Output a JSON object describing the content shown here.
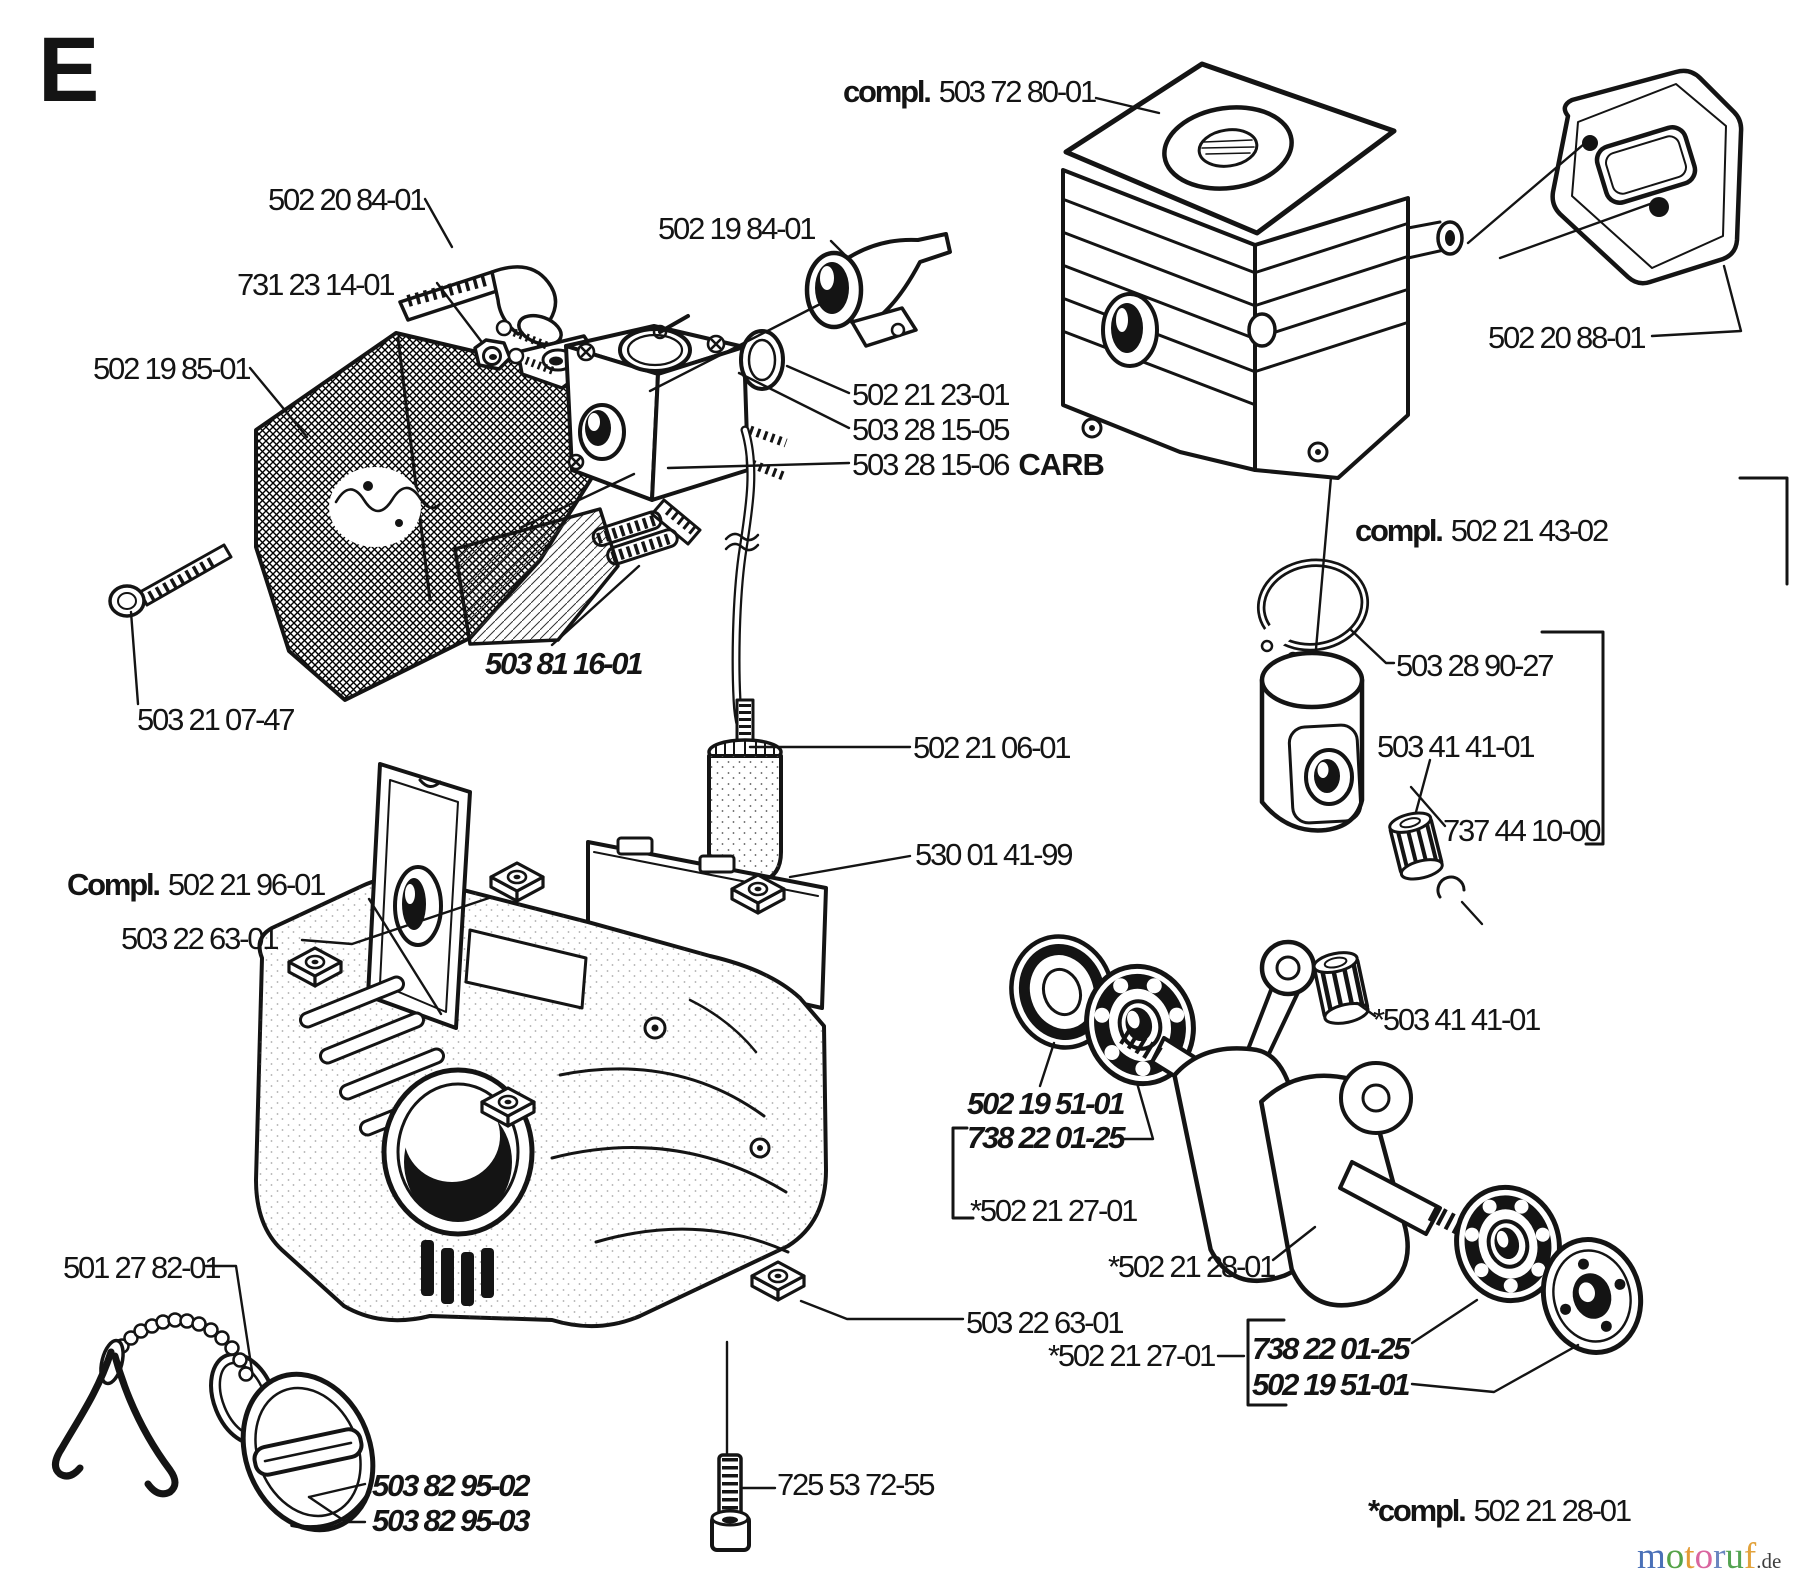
{
  "page": {
    "section_letter": "E",
    "background": "#ffffff",
    "line_color": "#141414"
  },
  "logo": {
    "word": "motoruf",
    "letters": [
      {
        "ch": "m",
        "color": "#4a71b8"
      },
      {
        "ch": "o",
        "color": "#55a348"
      },
      {
        "ch": "t",
        "color": "#e39b35"
      },
      {
        "ch": "o",
        "color": "#d9659f"
      },
      {
        "ch": "r",
        "color": "#6a86c0"
      },
      {
        "ch": "u",
        "color": "#53a352"
      },
      {
        "ch": "f",
        "color": "#e2a23b"
      }
    ],
    "tld": ".de"
  },
  "labels": {
    "vent_5022084": {
      "text": "502 20 84-01"
    },
    "nut_7312314": {
      "text": "731 23 14-01"
    },
    "airfilter_5021985": {
      "text": "502 19 85-01"
    },
    "manifold_5021984": {
      "text": "502 19 84-01"
    },
    "cylinder_compl": {
      "prefix": "compl.",
      "text": "503 72 80-01"
    },
    "gasket_5022088": {
      "text": "502 20 88-01"
    },
    "piston_compl": {
      "prefix": "compl.",
      "text": "502 21 43-02"
    },
    "ring_5032890": {
      "text": "503 28 90-27"
    },
    "piston_5034141": {
      "text": "503 41 41-01"
    },
    "bearing_7374410": {
      "text": "737 44 10-00"
    },
    "gasket_5022123": {
      "text": "502 21 23-01"
    },
    "carb_5032815_05": {
      "text": "503 28 15-05"
    },
    "carb_5032815_06": {
      "text": "503 28 15-06",
      "suffix": "CARB"
    },
    "duct_5038116": {
      "text": "503 81 16-01"
    },
    "screw_5032107": {
      "text": "503 21 07-47"
    },
    "fuelline_5022106": {
      "text": "502 21 06-01"
    },
    "fuelfilter_5300141": {
      "text": "530 01 41-99"
    },
    "crankcase_compl": {
      "prefix": "Compl.",
      "text": "502 21 96-01"
    },
    "nut_5032263_top": {
      "text": "503 22 63-01"
    },
    "seal_5021951_l": {
      "text": "502 19 51-01"
    },
    "bearing_7382201_l": {
      "text": "738 22 01-25"
    },
    "kit_5022127_l": {
      "text": "*502 21 27-01"
    },
    "bearing_5034141_rod": {
      "text": "*503 41 41-01"
    },
    "crank_5022128": {
      "text": "*502 21 28-01"
    },
    "nut_5032263_bottom": {
      "text": "503 22 63-01"
    },
    "kit_5022127_r": {
      "text": "*502 21 27-01"
    },
    "bearing_7382201_r": {
      "text": "738 22 01-25"
    },
    "seal_5021951_r": {
      "text": "502 19 51-01"
    },
    "cap_5012782": {
      "text": "501 27 82-01"
    },
    "fuelcap_5038295_02": {
      "text": "503 82 95-02"
    },
    "fuelcap_5038295_03": {
      "text": "503 82 95-03"
    },
    "screw_7255372": {
      "text": "725 53 72-55"
    },
    "crank_compl": {
      "prefix": "*compl.",
      "text": "502 21 28-01"
    }
  }
}
